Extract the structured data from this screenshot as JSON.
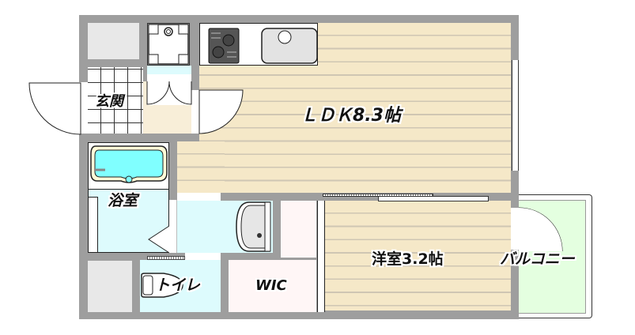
{
  "floor_plan": {
    "rooms": {
      "ldk": {
        "label": "ＬＤＫ8.3帖",
        "color": "#f5e8c8"
      },
      "western_room": {
        "label": "洋室3.2帖",
        "color": "#f5e8c8"
      },
      "entrance": {
        "label": "玄関"
      },
      "bathroom": {
        "label": "浴室",
        "color": "#ddfbfd"
      },
      "toilet": {
        "label": "トイレ",
        "color": "#ddfbfd"
      },
      "wic": {
        "label": "WIC",
        "color": "#fff6f6"
      },
      "balcony": {
        "label": "バルコニー",
        "color": "#e4ffe0"
      }
    },
    "colors": {
      "wall": "#9e9e9e",
      "storage": "#e8e8e8",
      "bathtub_water": "#80ffff"
    }
  }
}
